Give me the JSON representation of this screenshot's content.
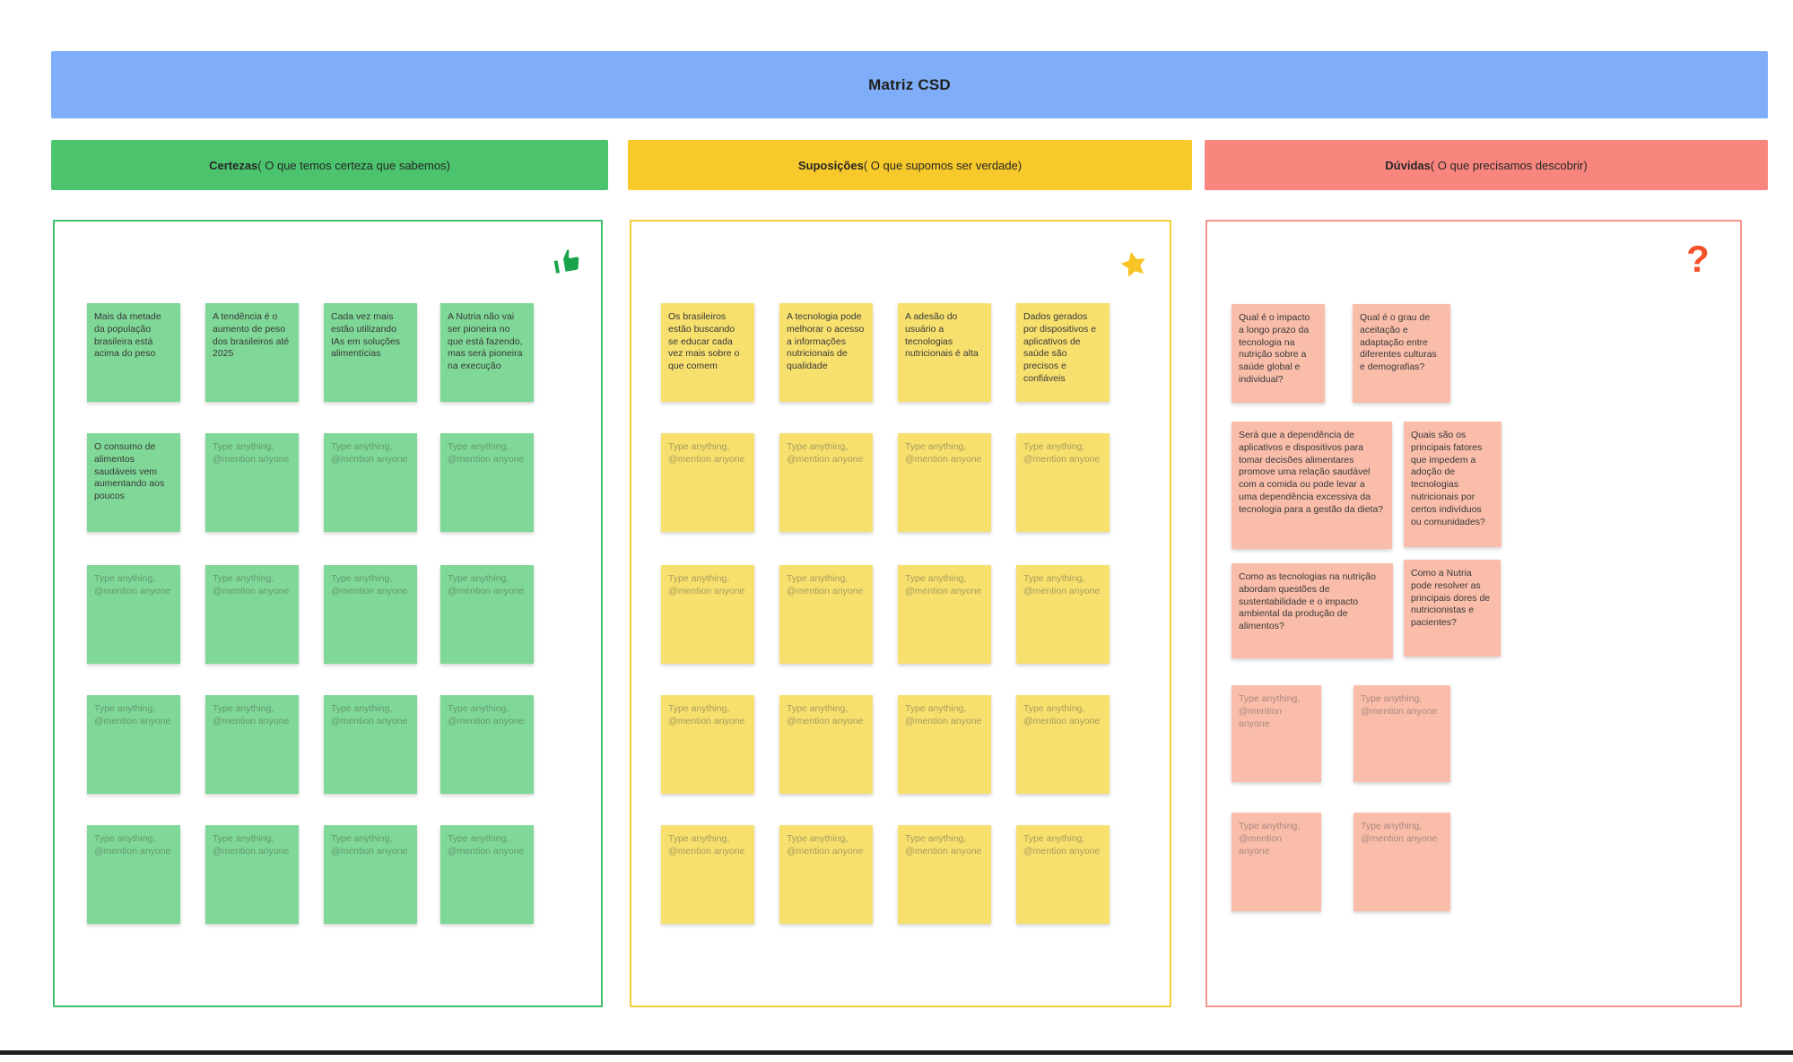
{
  "page": {
    "title": "Matriz CSD"
  },
  "banner_color": "#7fadf7",
  "note_placeholder": "Type anything, @mention anyone",
  "columns": [
    {
      "id": "certezas",
      "title": "Certezas",
      "subtitle": "( O que temos certeza que sabemos)",
      "icon": "thumbs-up",
      "header_color": "#4cc46d",
      "border_color": "#40c06b",
      "note_color": "#7fd897",
      "icon_color": "#1aa34a",
      "notes": [
        "Mais da metade da população brasileira está acima do peso",
        "A tendência é o aumento de peso dos brasileiros até 2025",
        "Cada vez mais estão utilizando IAs em soluções alimentícias",
        "A Nutria não vai ser pioneira no que está fazendo, mas será pioneira na execução",
        "O consumo de alimentos saudáveis vem aumentando aos poucos",
        null,
        null,
        null,
        null,
        null,
        null,
        null,
        null,
        null,
        null,
        null,
        null,
        null,
        null,
        null
      ]
    },
    {
      "id": "suposicoes",
      "title": "Suposições",
      "subtitle": "( O que supomos ser verdade)",
      "icon": "star",
      "header_color": "#f7c92b",
      "border_color": "#f3cf3a",
      "note_color": "#f7e06e",
      "icon_color": "#f7c325",
      "notes": [
        "Os brasileiros estão buscando se educar cada vez mais sobre o que comem",
        "A tecnologia pode melhorar o acesso a informações nutricionais de qualidade",
        "A adesão do usuário a tecnologias nutricionais é alta",
        "Dados gerados por dispositivos e aplicativos de saúde são precisos e confiáveis",
        null,
        null,
        null,
        null,
        null,
        null,
        null,
        null,
        null,
        null,
        null,
        null,
        null,
        null,
        null,
        null
      ]
    },
    {
      "id": "duvidas",
      "title": "Dúvidas",
      "subtitle": "( O que precisamos descobrir)",
      "icon": "question-mark",
      "header_color": "#f8867e",
      "border_color": "#f6968e",
      "note_color": "#f9bdaa",
      "icon_color": "#f4502a",
      "notes": [
        "Qual é o impacto a longo prazo da tecnologia na nutrição sobre a saúde global e individual?",
        "Qual é o grau de aceitação e adaptação entre diferentes culturas e demografias?",
        "Será que a dependência de aplicativos e dispositivos para tomar decisões alimentares promove uma relação saudável com a comida ou pode levar a uma dependência excessiva da tecnologia para a gestão da dieta?",
        "Quais são os principais fatores que impedem a adoção de tecnologias nutricionais por certos indivíduos ou comunidades?",
        "Como as tecnologias na nutrição abordam questões de sustentabilidade e o impacto ambiental da produção de alimentos?",
        "Como a Nutria pode resolver as principais dores de nutricionistas e pacientes?",
        null,
        null,
        null,
        null
      ]
    }
  ]
}
